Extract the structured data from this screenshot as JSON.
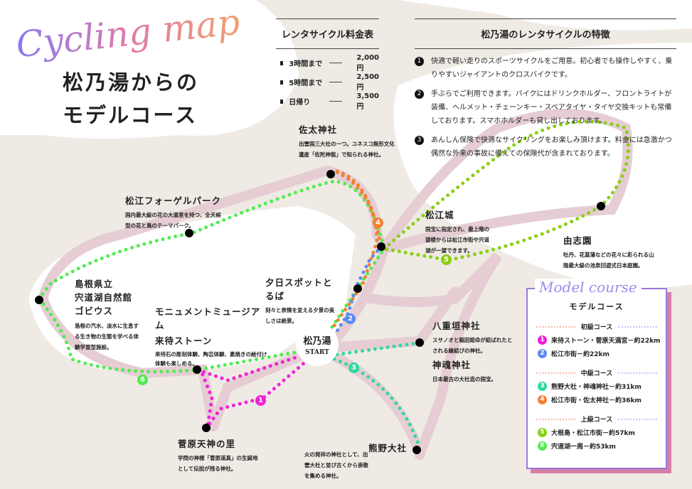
{
  "header": {
    "script_title": "Cycling map",
    "title_line1": "松乃湯からの",
    "title_line2": "モデルコース"
  },
  "pricing": {
    "heading": "レンタサイクル料金表",
    "rows": [
      {
        "label": "3時間まで",
        "price": "2,000円"
      },
      {
        "label": "5時間まで",
        "price": "2,500円"
      },
      {
        "label": "日帰り",
        "price": "3,500円"
      }
    ]
  },
  "features": {
    "heading": "松乃湯のレンタサイクルの特徴",
    "items": [
      {
        "num": "1",
        "text": "快適で軽い走りのスポーツサイクルをご用意。初心者でも操作しやすく、乗りやすいジャイアントのクロスバイクです。"
      },
      {
        "num": "2",
        "text": "手ぶらでご利用できます。バイクにはドリンクホルダー、フロントライトが装備、ヘルメット・チェーンキー・スペアタイヤ・タイヤ交換キットも常備しております。スマホホルダーも貸し出しております。"
      },
      {
        "num": "3",
        "text": "あんしん保険で快適なサイクリングをお楽しみ頂けます。料金には急激かつ偶然な外来の事故に備えての保険代が含まれております。"
      }
    ]
  },
  "places": {
    "sada": {
      "name": "佐太神社",
      "desc": "出雲国三大社の一つ。ユネスコ無形文化遺産「佐陀神能」で知られる神社。"
    },
    "vogel": {
      "name": "松江フォーゲルパーク",
      "desc": "国内最大級の花の大温室を持つ、全天候型の花と鳥のテーマパーク。"
    },
    "castle": {
      "name": "松江城",
      "desc": "国宝に指定され、最上階の望楼からは松江市街や宍道湖が一望できます。"
    },
    "yushien": {
      "name": "由志園",
      "desc": "牡丹、花菖蒲などの花々に彩られる山陰最大級の池泉回遊式日本庭園。"
    },
    "gobius": {
      "name": "島根県立 宍道湖自然館 ゴビウス",
      "name1": "島根県立",
      "name2": "宍道湖自然館",
      "name3": "ゴビウス",
      "desc": "島根の汽水、淡水に生息する生き物の生態を学べる体験学習型施設。"
    },
    "sunset": {
      "name": "夕日スポットとるば",
      "desc": "刻々と表情を変える夕景の美しさは絶景。"
    },
    "kimachi": {
      "name1": "モニュメントミュージアム",
      "name2": "来待ストーン",
      "desc": "来待石の彫刻体験、陶芸体験、素焼きの絵付け体験も楽しめる。"
    },
    "yaegaki": {
      "name": "八重垣神社",
      "desc": "スサノオと稲田姫命が結ばれたとされる縁結びの神社。"
    },
    "kamosu": {
      "name": "神魂神社",
      "desc": "日本最古の大社造の国宝。"
    },
    "sugawara": {
      "name": "菅原天神の里",
      "desc": "学問の神様「菅原道真」の生誕地として伝説が残る神社。"
    },
    "kumano": {
      "name": "熊野大社",
      "desc": "火の発祥の神社として、出雲大社と並び古くから崇敬を集める神社。"
    }
  },
  "start": {
    "name": "松乃湯",
    "label": "START"
  },
  "model_course": {
    "script_title": "Model course",
    "heading": "モデルコース",
    "levels": [
      {
        "label": "初級コース",
        "courses": [
          {
            "num": "1",
            "text": "来待ストーン・菅原天満宮－約22km",
            "color": "#f020d8"
          },
          {
            "num": "2",
            "text": "松江市街－約22km",
            "color": "#5a8cf0"
          }
        ]
      },
      {
        "label": "中級コース",
        "courses": [
          {
            "num": "3",
            "text": "熊野大社・神魂神社－約31km",
            "color": "#30d8a0"
          },
          {
            "num": "4",
            "text": "松江市街・佐太神社－約36km",
            "color": "#f58030"
          }
        ]
      },
      {
        "label": "上級コース",
        "courses": [
          {
            "num": "5",
            "text": "大根島・松江市街－約57km",
            "color": "#88d010"
          },
          {
            "num": "6",
            "text": "宍道湖一周－約53km",
            "color": "#50ec50"
          }
        ]
      }
    ]
  }
}
